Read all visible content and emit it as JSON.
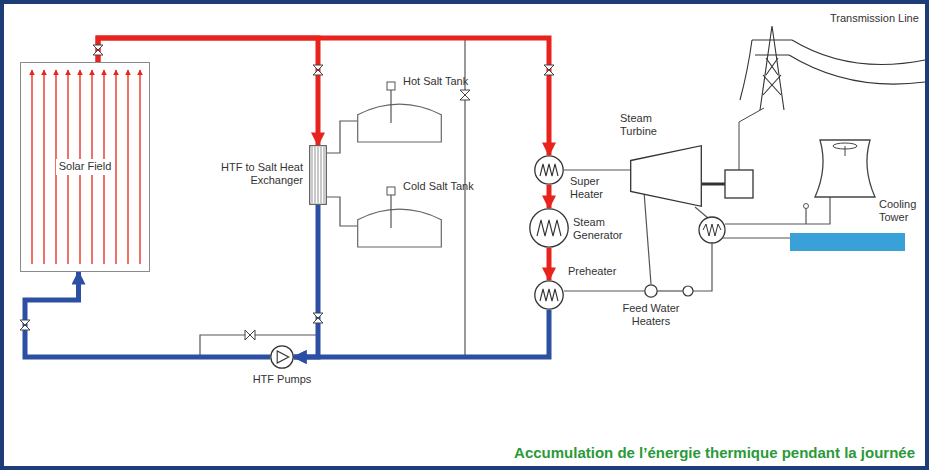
{
  "diagram": {
    "caption": "Accumulation de l’énergie thermique pendant la journée",
    "nodes": [
      {
        "text": [
          "Solar Field"
        ]
      },
      {
        "text": [
          "HTF to Salt Heat Exchanger"
        ]
      },
      {
        "text": [
          "Hot Salt Tank"
        ]
      },
      {
        "text": [
          "Cold Salt Tank"
        ]
      },
      {
        "text": [
          "Super Heater"
        ]
      },
      {
        "text": [
          "Steam Generator"
        ]
      },
      {
        "text": [
          "Preheater"
        ]
      },
      {
        "text": [
          "Steam Turbine"
        ]
      },
      {
        "text": [
          "Feed Water Heaters"
        ]
      },
      {
        "text": [
          "HTF Pumps"
        ]
      }
    ],
    "edges": [
      {
        "from": 0,
        "to": 1,
        "arrow": "to"
      },
      {
        "from": 0,
        "to": 4,
        "arrow": "to"
      },
      {
        "from": 4,
        "to": 5,
        "arrow": "to"
      },
      {
        "from": 5,
        "to": 6,
        "arrow": "to"
      },
      {
        "from": 6,
        "to": 9,
        "arrow": "to"
      },
      {
        "from": 1,
        "to": 9,
        "arrow": "to"
      },
      {
        "from": 9,
        "to": 0,
        "arrow": "to"
      },
      {
        "from": 1,
        "to": 2,
        "arrow": "none"
      },
      {
        "from": 1,
        "to": 3,
        "arrow": "none"
      },
      {
        "from": 4,
        "to": 7,
        "arrow": "none"
      },
      {
        "from": 7,
        "to": 8,
        "arrow": "none"
      },
      {
        "from": 8,
        "to": 6,
        "arrow": "none"
      }
    ],
    "labels": [
      "Transmission Line",
      "Cooling Tower"
    ]
  }
}
